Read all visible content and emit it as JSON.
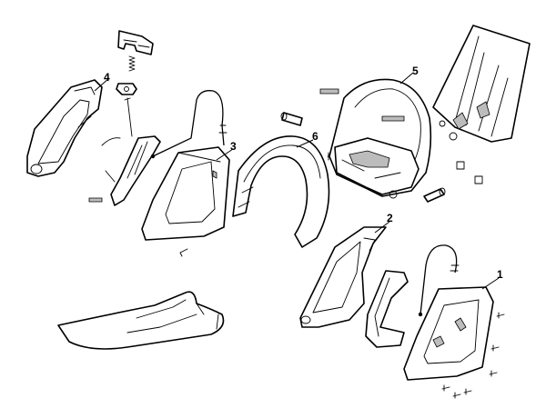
{
  "figure": {
    "type": "exploded-parts-diagram",
    "callouts": [
      {
        "id": "1",
        "label": "1"
      },
      {
        "id": "2",
        "label": "2"
      },
      {
        "id": "3",
        "label": "3"
      },
      {
        "id": "4",
        "label": "4"
      },
      {
        "id": "5",
        "label": "5"
      },
      {
        "id": "6",
        "label": "6"
      }
    ],
    "parts": [
      "handle-housing-left-4",
      "handle-housing-right-3",
      "arc-handle-6",
      "front-handle-frame-5",
      "chip-guard",
      "handle-housing-left-2",
      "handle-housing-right-1",
      "blade-cover"
    ],
    "colors": {
      "line": "#000000",
      "fill": "#ffffff",
      "shade": "#bcbcbc"
    }
  }
}
